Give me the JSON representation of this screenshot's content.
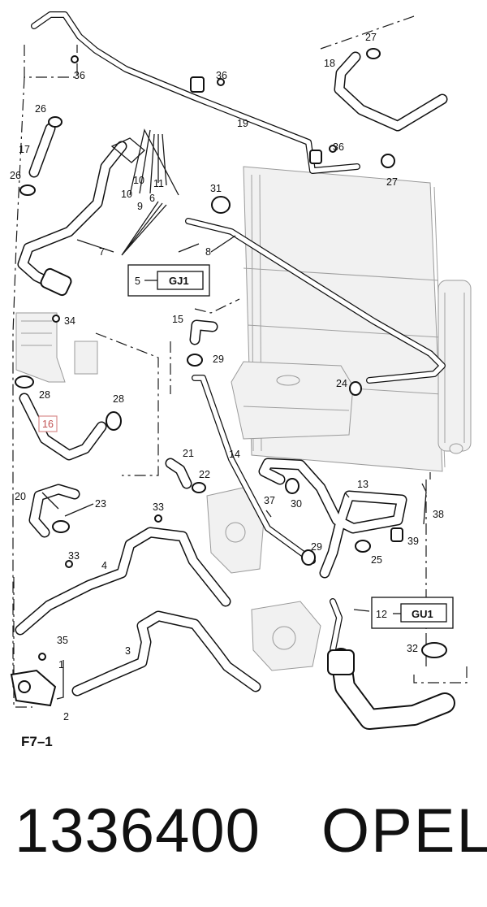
{
  "callouts": {
    "c1": "1",
    "c2": "2",
    "c3": "3",
    "c4": "4",
    "c5": "5",
    "c6": "6",
    "c7": "7",
    "c8": "8",
    "c9": "9",
    "c10a": "10",
    "c10b": "10",
    "c11": "11",
    "c12": "12",
    "c13": "13",
    "c14": "14",
    "c15": "15",
    "c16": "16",
    "c17": "17",
    "c18": "18",
    "c19": "19",
    "c20": "20",
    "c21": "21",
    "c22": "22",
    "c23": "23",
    "c24": "24",
    "c25": "25",
    "c26a": "26",
    "c26b": "26",
    "c27a": "27",
    "c27b": "27",
    "c28a": "28",
    "c28b": "28",
    "c29a": "29",
    "c29b": "29",
    "c30": "30",
    "c31": "31",
    "c32": "32",
    "c33a": "33",
    "c33b": "33",
    "c34": "34",
    "c35": "35",
    "c36a": "36",
    "c36b": "36",
    "c36c": "36",
    "c37": "37",
    "c38": "38",
    "c39": "39"
  },
  "reference_boxes": {
    "gj1": {
      "index": "5",
      "code": "GJ1"
    },
    "gu1": {
      "index": "12",
      "code": "GU1"
    }
  },
  "figure_label": "F7–1",
  "footer": {
    "part_number": "1336400",
    "brand": "OPEL"
  },
  "colors": {
    "line": "#111111",
    "highlight": "#d98b8b",
    "background": "#ffffff"
  }
}
